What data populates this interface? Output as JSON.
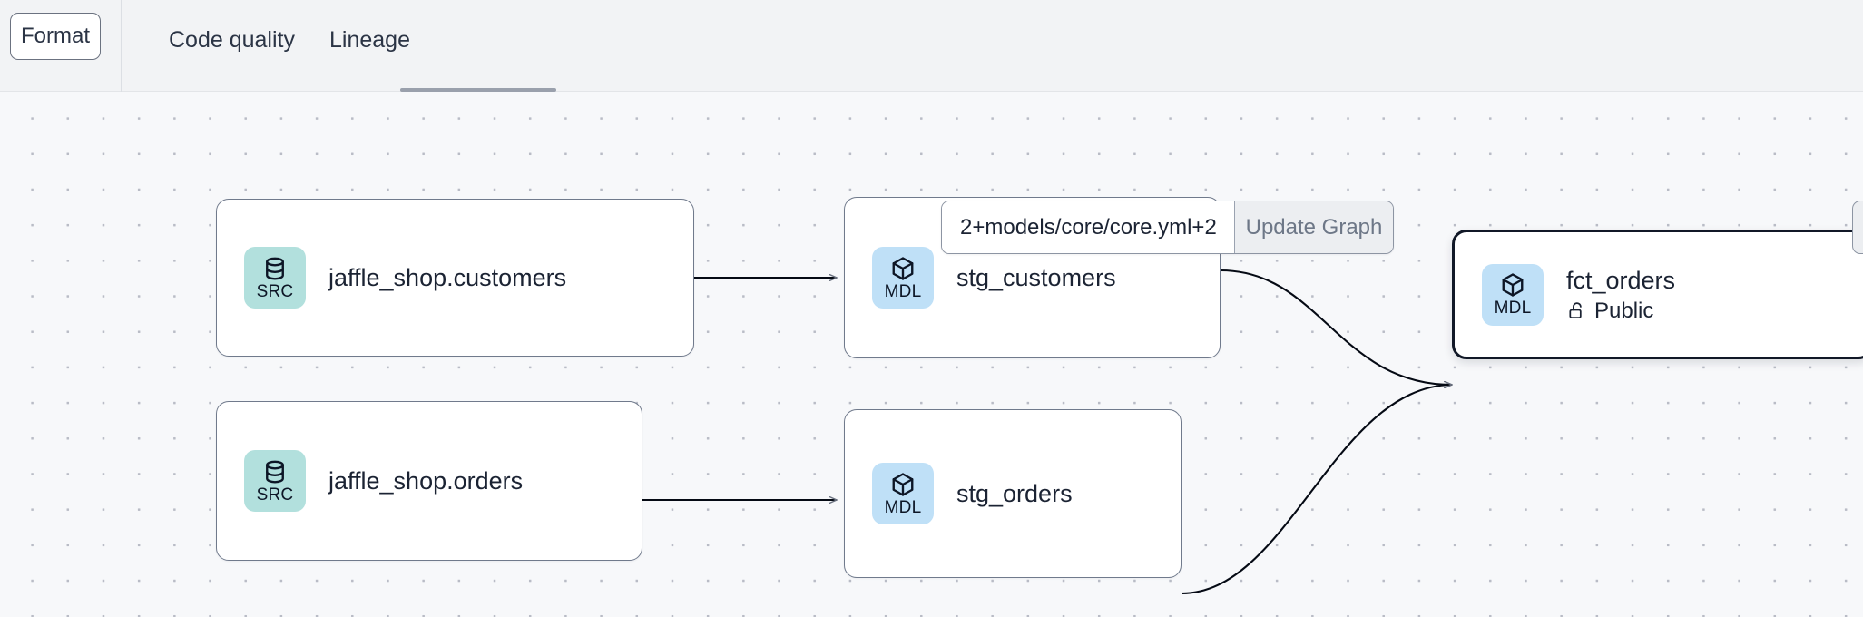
{
  "toolbar": {
    "format_label": "Format",
    "tabs": [
      {
        "label": "Code quality",
        "active": false
      },
      {
        "label": "Lineage",
        "active": true
      }
    ]
  },
  "graph_controls": {
    "selector_value": "2+models/core/core.yml+2",
    "selector_placeholder": "2+models/core/core.yml+2",
    "update_button_label": "Update Graph"
  },
  "lineage": {
    "nodes": [
      {
        "id": "jaffle_shop_customers",
        "badge_kind": "SRC",
        "badge_icon": "database-icon",
        "title": "jaffle_shop.customers",
        "subtitle": null,
        "selected": false
      },
      {
        "id": "jaffle_shop_orders",
        "badge_kind": "SRC",
        "badge_icon": "database-icon",
        "title": "jaffle_shop.orders",
        "subtitle": null,
        "selected": false
      },
      {
        "id": "stg_customers",
        "badge_kind": "MDL",
        "badge_icon": "cube-icon",
        "title": "stg_customers",
        "subtitle": null,
        "selected": false
      },
      {
        "id": "stg_orders",
        "badge_kind": "MDL",
        "badge_icon": "cube-icon",
        "title": "stg_orders",
        "subtitle": null,
        "selected": false
      },
      {
        "id": "fct_orders",
        "badge_kind": "MDL",
        "badge_icon": "cube-icon",
        "title": "fct_orders",
        "subtitle": "Public",
        "subtitle_icon": "unlock-icon",
        "selected": true
      }
    ],
    "edges": [
      {
        "from": "jaffle_shop_customers",
        "to": "stg_customers"
      },
      {
        "from": "jaffle_shop_orders",
        "to": "stg_orders"
      },
      {
        "from": "stg_customers",
        "to": "fct_orders"
      },
      {
        "from": "stg_orders",
        "to": "fct_orders"
      }
    ]
  },
  "colors": {
    "src_badge": "#b2e0dd",
    "mdl_badge": "#bfe0f7",
    "canvas_background": "#f7f8fa",
    "toolbar_background": "#f2f3f5",
    "tab_active_underline": "#9aa0ac",
    "node_border": "#707a8c",
    "selected_node_border": "#111827",
    "edge_stroke": "#000000"
  }
}
